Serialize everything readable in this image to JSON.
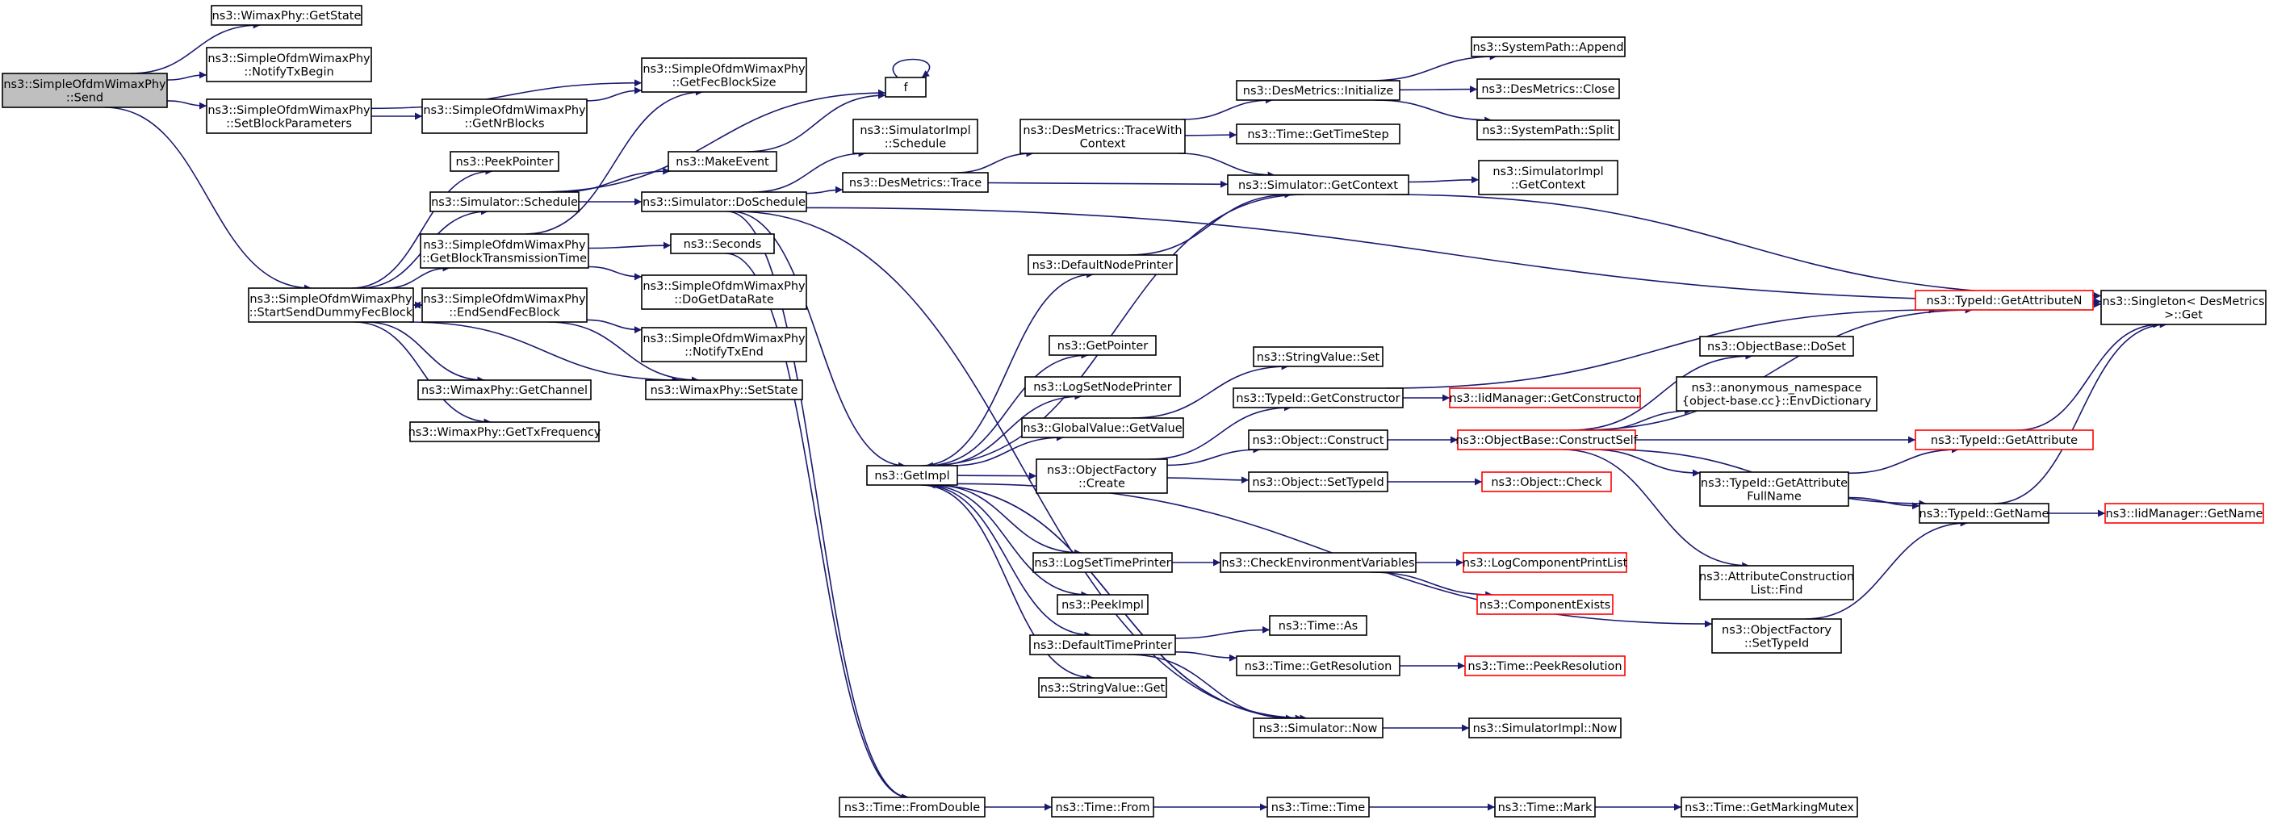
{
  "nodes": [
    {
      "id": "send",
      "lines": [
        "ns3::SimpleOfdmWimaxPhy",
        "::Send"
      ]
    },
    {
      "id": "getState",
      "lines": [
        "ns3::WimaxPhy::GetState"
      ]
    },
    {
      "id": "notifyTxBegin",
      "lines": [
        "ns3::SimpleOfdmWimaxPhy",
        "::NotifyTxBegin"
      ]
    },
    {
      "id": "setBlockParams",
      "lines": [
        "ns3::SimpleOfdmWimaxPhy",
        "::SetBlockParameters"
      ]
    },
    {
      "id": "getFecBlockSize",
      "lines": [
        "ns3::SimpleOfdmWimaxPhy",
        "::GetFecBlockSize"
      ]
    },
    {
      "id": "getNrBlocks",
      "lines": [
        "ns3::SimpleOfdmWimaxPhy",
        "::GetNrBlocks"
      ]
    },
    {
      "id": "f",
      "lines": [
        "f"
      ]
    },
    {
      "id": "peekPointer",
      "lines": [
        "ns3::PeekPointer"
      ]
    },
    {
      "id": "makeEvent",
      "lines": [
        "ns3::MakeEvent"
      ]
    },
    {
      "id": "simSchedule",
      "lines": [
        "ns3::Simulator::Schedule"
      ]
    },
    {
      "id": "simDoSchedule",
      "lines": [
        "ns3::Simulator::DoSchedule"
      ]
    },
    {
      "id": "simImplSchedule",
      "lines": [
        "ns3::SimulatorImpl",
        "::Schedule"
      ]
    },
    {
      "id": "getBlockTxTime",
      "lines": [
        "ns3::SimpleOfdmWimaxPhy",
        "::GetBlockTransmissionTime"
      ]
    },
    {
      "id": "seconds",
      "lines": [
        "ns3::Seconds"
      ]
    },
    {
      "id": "startSendDummy",
      "lines": [
        "ns3::SimpleOfdmWimaxPhy",
        "::StartSendDummyFecBlock"
      ]
    },
    {
      "id": "endSendFecBlock",
      "lines": [
        "ns3::SimpleOfdmWimaxPhy",
        "::EndSendFecBlock"
      ]
    },
    {
      "id": "doGetDataRate",
      "lines": [
        "ns3::SimpleOfdmWimaxPhy",
        "::DoGetDataRate"
      ]
    },
    {
      "id": "notifyTxEnd",
      "lines": [
        "ns3::SimpleOfdmWimaxPhy",
        "::NotifyTxEnd"
      ]
    },
    {
      "id": "setState",
      "lines": [
        "ns3::WimaxPhy::SetState"
      ]
    },
    {
      "id": "getChannel",
      "lines": [
        "ns3::WimaxPhy::GetChannel"
      ]
    },
    {
      "id": "getTxFrequency",
      "lines": [
        "ns3::WimaxPhy::GetTxFrequency"
      ]
    },
    {
      "id": "desMetricsTrace",
      "lines": [
        "ns3::DesMetrics::Trace"
      ]
    },
    {
      "id": "desMetricsTraceWith",
      "lines": [
        "ns3::DesMetrics::TraceWith",
        "Context"
      ]
    },
    {
      "id": "desMetricsInit",
      "lines": [
        "ns3::DesMetrics::Initialize"
      ]
    },
    {
      "id": "sysPathAppend",
      "lines": [
        "ns3::SystemPath::Append"
      ]
    },
    {
      "id": "desMetricsClose",
      "lines": [
        "ns3::DesMetrics::Close"
      ]
    },
    {
      "id": "sysPathSplit",
      "lines": [
        "ns3::SystemPath::Split"
      ]
    },
    {
      "id": "timeGetTimeStep",
      "lines": [
        "ns3::Time::GetTimeStep"
      ]
    },
    {
      "id": "simGetContext",
      "lines": [
        "ns3::Simulator::GetContext"
      ]
    },
    {
      "id": "simImplGetContext",
      "lines": [
        "ns3::SimulatorImpl",
        "::GetContext"
      ]
    },
    {
      "id": "defaultNodePrinter",
      "lines": [
        "ns3::DefaultNodePrinter"
      ]
    },
    {
      "id": "getPointer",
      "lines": [
        "ns3::GetPointer"
      ]
    },
    {
      "id": "logSetNodePrinter",
      "lines": [
        "ns3::LogSetNodePrinter"
      ]
    },
    {
      "id": "globalValueGetValue",
      "lines": [
        "ns3::GlobalValue::GetValue"
      ]
    },
    {
      "id": "stringValueSet",
      "lines": [
        "ns3::StringValue::Set"
      ]
    },
    {
      "id": "typeIdGetConstructor",
      "lines": [
        "ns3::TypeId::GetConstructor"
      ]
    },
    {
      "id": "iidManagerGetConstructor",
      "lines": [
        "ns3::IidManager::GetConstructor"
      ],
      "red": true
    },
    {
      "id": "getImpl",
      "lines": [
        "ns3::GetImpl"
      ]
    },
    {
      "id": "objectFactoryCreate",
      "lines": [
        "ns3::ObjectFactory",
        "::Create"
      ]
    },
    {
      "id": "objectConstruct",
      "lines": [
        "ns3::Object::Construct"
      ]
    },
    {
      "id": "objectSetTypeId",
      "lines": [
        "ns3::Object::SetTypeId"
      ]
    },
    {
      "id": "objectCheck",
      "lines": [
        "ns3::Object::Check"
      ],
      "red": true
    },
    {
      "id": "objectBaseConstructSelf",
      "lines": [
        "ns3::ObjectBase::ConstructSelf"
      ],
      "red": true
    },
    {
      "id": "objectBaseDoSet",
      "lines": [
        "ns3::ObjectBase::DoSet"
      ]
    },
    {
      "id": "envDictionary",
      "lines": [
        "ns3::anonymous_namespace",
        "{object-base.cc}::EnvDictionary"
      ]
    },
    {
      "id": "typeIdGetAttributeN",
      "lines": [
        "ns3::TypeId::GetAttributeN"
      ],
      "red": true
    },
    {
      "id": "singletonGet",
      "lines": [
        "ns3::Singleton< DesMetrics",
        " >::Get"
      ]
    },
    {
      "id": "typeIdGetAttribute",
      "lines": [
        "ns3::TypeId::GetAttribute"
      ],
      "red": true
    },
    {
      "id": "typeIdGetAttrFullName",
      "lines": [
        "ns3::TypeId::GetAttribute",
        "FullName"
      ]
    },
    {
      "id": "typeIdGetName",
      "lines": [
        "ns3::TypeId::GetName"
      ]
    },
    {
      "id": "iidManagerGetName",
      "lines": [
        "ns3::IidManager::GetName"
      ],
      "red": true
    },
    {
      "id": "attrConstructionListFind",
      "lines": [
        "ns3::AttributeConstruction",
        "List::Find"
      ]
    },
    {
      "id": "objectFactorySetTypeId",
      "lines": [
        "ns3::ObjectFactory",
        "::SetTypeId"
      ]
    },
    {
      "id": "logSetTimePrinter",
      "lines": [
        "ns3::LogSetTimePrinter"
      ]
    },
    {
      "id": "checkEnvVars",
      "lines": [
        "ns3::CheckEnvironmentVariables"
      ]
    },
    {
      "id": "logComponentPrintList",
      "lines": [
        "ns3::LogComponentPrintList"
      ],
      "red": true
    },
    {
      "id": "componentExists",
      "lines": [
        "ns3::ComponentExists"
      ],
      "red": true
    },
    {
      "id": "peekImpl",
      "lines": [
        "ns3::PeekImpl"
      ]
    },
    {
      "id": "defaultTimePrinter",
      "lines": [
        "ns3::DefaultTimePrinter"
      ]
    },
    {
      "id": "timeAs",
      "lines": [
        "ns3::Time::As"
      ]
    },
    {
      "id": "timeGetResolution",
      "lines": [
        "ns3::Time::GetResolution"
      ]
    },
    {
      "id": "timePeekResolution",
      "lines": [
        "ns3::Time::PeekResolution"
      ],
      "red": true
    },
    {
      "id": "stringValueGet",
      "lines": [
        "ns3::StringValue::Get"
      ]
    },
    {
      "id": "simNow",
      "lines": [
        "ns3::Simulator::Now"
      ]
    },
    {
      "id": "simImplNow",
      "lines": [
        "ns3::SimulatorImpl::Now"
      ]
    },
    {
      "id": "timeFromDouble",
      "lines": [
        "ns3::Time::FromDouble"
      ]
    },
    {
      "id": "timeFrom",
      "lines": [
        "ns3::Time::From"
      ]
    },
    {
      "id": "timeTime",
      "lines": [
        "ns3::Time::Time"
      ]
    },
    {
      "id": "timeMark",
      "lines": [
        "ns3::Time::Mark"
      ]
    },
    {
      "id": "timeGetMarkingMutex",
      "lines": [
        "ns3::Time::GetMarkingMutex"
      ]
    }
  ],
  "edges": [
    [
      "send",
      "getState"
    ],
    [
      "send",
      "notifyTxBegin"
    ],
    [
      "send",
      "setBlockParams"
    ],
    [
      "send",
      "startSendDummy"
    ],
    [
      "setBlockParams",
      "getFecBlockSize"
    ],
    [
      "setBlockParams",
      "getNrBlocks"
    ],
    [
      "getNrBlocks",
      "getFecBlockSize"
    ],
    [
      "startSendDummy",
      "peekPointer"
    ],
    [
      "startSendDummy",
      "simSchedule"
    ],
    [
      "startSendDummy",
      "getBlockTxTime"
    ],
    [
      "startSendDummy",
      "endSendFecBlock"
    ],
    [
      "startSendDummy",
      "getChannel"
    ],
    [
      "startSendDummy",
      "getTxFrequency"
    ],
    [
      "startSendDummy",
      "setState"
    ],
    [
      "simSchedule",
      "makeEvent"
    ],
    [
      "simSchedule",
      "simDoSchedule"
    ],
    [
      "simSchedule",
      "f"
    ],
    [
      "makeEvent",
      "f"
    ],
    [
      "f",
      "f"
    ],
    [
      "getBlockTxTime",
      "getFecBlockSize"
    ],
    [
      "getBlockTxTime",
      "seconds"
    ],
    [
      "getBlockTxTime",
      "doGetDataRate"
    ],
    [
      "endSendFecBlock",
      "startSendDummy"
    ],
    [
      "endSendFecBlock",
      "notifyTxEnd"
    ],
    [
      "endSendFecBlock",
      "setState"
    ],
    [
      "seconds",
      "timeFromDouble"
    ],
    [
      "simDoSchedule",
      "simImplSchedule"
    ],
    [
      "simDoSchedule",
      "desMetricsTrace"
    ],
    [
      "simDoSchedule",
      "getImpl"
    ],
    [
      "simDoSchedule",
      "singletonGet"
    ],
    [
      "simDoSchedule",
      "simNow"
    ],
    [
      "simDoSchedule",
      "timeFromDouble"
    ],
    [
      "desMetricsTrace",
      "desMetricsTraceWith"
    ],
    [
      "desMetricsTrace",
      "simGetContext"
    ],
    [
      "desMetricsTraceWith",
      "desMetricsInit"
    ],
    [
      "desMetricsTraceWith",
      "timeGetTimeStep"
    ],
    [
      "desMetricsTraceWith",
      "simGetContext"
    ],
    [
      "desMetricsInit",
      "sysPathAppend"
    ],
    [
      "desMetricsInit",
      "desMetricsClose"
    ],
    [
      "desMetricsInit",
      "sysPathSplit"
    ],
    [
      "simGetContext",
      "simImplGetContext"
    ],
    [
      "simGetContext",
      "getImpl"
    ],
    [
      "simGetContext",
      "singletonGet"
    ],
    [
      "defaultNodePrinter",
      "simGetContext"
    ],
    [
      "getImpl",
      "defaultNodePrinter"
    ],
    [
      "getImpl",
      "getPointer"
    ],
    [
      "getImpl",
      "logSetNodePrinter"
    ],
    [
      "getImpl",
      "globalValueGetValue"
    ],
    [
      "getImpl",
      "objectFactoryCreate"
    ],
    [
      "getImpl",
      "logSetTimePrinter"
    ],
    [
      "getImpl",
      "peekImpl"
    ],
    [
      "getImpl",
      "defaultTimePrinter"
    ],
    [
      "getImpl",
      "stringValueGet"
    ],
    [
      "getImpl",
      "simNow"
    ],
    [
      "getImpl",
      "objectFactorySetTypeId"
    ],
    [
      "globalValueGetValue",
      "stringValueSet"
    ],
    [
      "objectFactoryCreate",
      "typeIdGetConstructor"
    ],
    [
      "objectFactoryCreate",
      "objectConstruct"
    ],
    [
      "objectFactoryCreate",
      "objectSetTypeId"
    ],
    [
      "typeIdGetConstructor",
      "iidManagerGetConstructor"
    ],
    [
      "typeIdGetConstructor",
      "typeIdGetAttributeN"
    ],
    [
      "objectConstruct",
      "objectBaseConstructSelf"
    ],
    [
      "objectSetTypeId",
      "objectCheck"
    ],
    [
      "objectBaseConstructSelf",
      "objectBaseDoSet"
    ],
    [
      "objectBaseConstructSelf",
      "envDictionary"
    ],
    [
      "objectBaseConstructSelf",
      "typeIdGetAttributeN"
    ],
    [
      "objectBaseConstructSelf",
      "typeIdGetAttribute"
    ],
    [
      "objectBaseConstructSelf",
      "typeIdGetAttrFullName"
    ],
    [
      "objectBaseConstructSelf",
      "typeIdGetName"
    ],
    [
      "objectBaseConstructSelf",
      "attrConstructionListFind"
    ],
    [
      "typeIdGetAttributeN",
      "singletonGet"
    ],
    [
      "typeIdGetAttribute",
      "singletonGet"
    ],
    [
      "typeIdGetAttrFullName",
      "typeIdGetAttribute"
    ],
    [
      "typeIdGetAttrFullName",
      "typeIdGetName"
    ],
    [
      "typeIdGetName",
      "iidManagerGetName"
    ],
    [
      "typeIdGetName",
      "singletonGet"
    ],
    [
      "objectFactorySetTypeId",
      "typeIdGetName"
    ],
    [
      "logSetTimePrinter",
      "checkEnvVars"
    ],
    [
      "checkEnvVars",
      "logComponentPrintList"
    ],
    [
      "checkEnvVars",
      "componentExists"
    ],
    [
      "defaultTimePrinter",
      "timeAs"
    ],
    [
      "defaultTimePrinter",
      "timeGetResolution"
    ],
    [
      "defaultTimePrinter",
      "simNow"
    ],
    [
      "timeGetResolution",
      "timePeekResolution"
    ],
    [
      "simNow",
      "simImplNow"
    ],
    [
      "simNow",
      "getImpl"
    ],
    [
      "timeFromDouble",
      "timeFrom"
    ],
    [
      "timeFrom",
      "timeTime"
    ],
    [
      "timeTime",
      "timeMark"
    ],
    [
      "timeMark",
      "timeGetMarkingMutex"
    ]
  ]
}
